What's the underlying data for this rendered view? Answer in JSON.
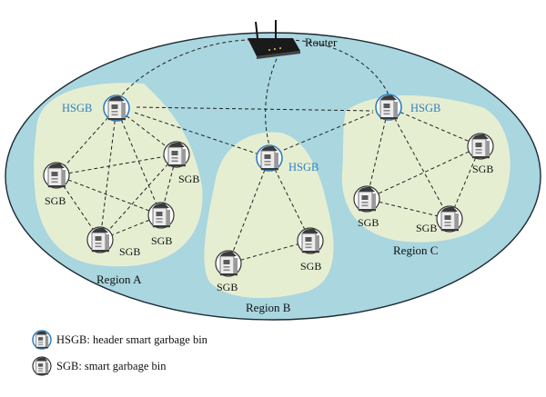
{
  "colors": {
    "ellipse_fill": "#a9d6df",
    "ellipse_stroke": "#1c2a34",
    "region_fill": "#e6eed2",
    "header_label": "#2f7fc1",
    "header_ring": "#2f7fc1",
    "node_ring": "#333333",
    "text": "#111111"
  },
  "router": {
    "label": "Router",
    "icon": "router-icon"
  },
  "regions": {
    "A": {
      "label": "Region A"
    },
    "B": {
      "label": "Region B"
    },
    "C": {
      "label": "Region C"
    }
  },
  "nodes": {
    "hsgb_label": "HSGB",
    "sgb_label": "SGB",
    "hsgb_icon": "header-smart-bin-icon",
    "sgb_icon": "smart-bin-icon"
  },
  "legend": {
    "hsgb_text": "HSGB: header smart garbage bin",
    "sgb_text": "SGB: smart garbage bin"
  }
}
